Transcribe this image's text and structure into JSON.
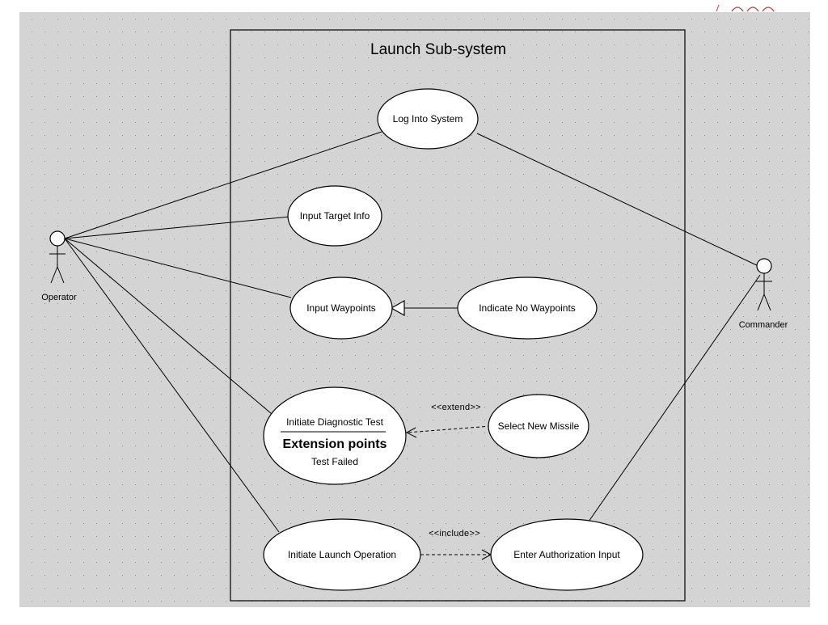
{
  "diagram": {
    "system_boundary": {
      "title": "Launch Sub-system"
    },
    "actors": [
      {
        "id": "operator",
        "name": "Operator"
      },
      {
        "id": "commander",
        "name": "Commander"
      }
    ],
    "use_cases": [
      {
        "id": "log_into_system",
        "label": "Log Into System"
      },
      {
        "id": "input_target_info",
        "label": "Input Target Info"
      },
      {
        "id": "input_waypoints",
        "label": "Input Waypoints"
      },
      {
        "id": "indicate_no_waypoints",
        "label": "Indicate No Waypoints"
      },
      {
        "id": "initiate_diagnostic_test",
        "label": "Initiate Diagnostic Test",
        "extension_heading": "Extension points",
        "extension_point": "Test Failed"
      },
      {
        "id": "select_new_missile",
        "label": "Select New Missile"
      },
      {
        "id": "initiate_launch_operation",
        "label": "Initiate Launch Operation"
      },
      {
        "id": "enter_authorization_input",
        "label": "Enter Authorization Input"
      }
    ],
    "relationships": [
      {
        "from": "operator",
        "to": "log_into_system",
        "type": "association"
      },
      {
        "from": "operator",
        "to": "input_target_info",
        "type": "association"
      },
      {
        "from": "operator",
        "to": "input_waypoints",
        "type": "association"
      },
      {
        "from": "operator",
        "to": "initiate_diagnostic_test",
        "type": "association"
      },
      {
        "from": "operator",
        "to": "initiate_launch_operation",
        "type": "association"
      },
      {
        "from": "commander",
        "to": "log_into_system",
        "type": "association"
      },
      {
        "from": "commander",
        "to": "enter_authorization_input",
        "type": "association"
      },
      {
        "from": "indicate_no_waypoints",
        "to": "input_waypoints",
        "type": "generalization"
      },
      {
        "from": "select_new_missile",
        "to": "initiate_diagnostic_test",
        "type": "extend",
        "label": "<<extend>>"
      },
      {
        "from": "initiate_launch_operation",
        "to": "enter_authorization_input",
        "type": "include",
        "label": "<<include>>"
      }
    ]
  }
}
